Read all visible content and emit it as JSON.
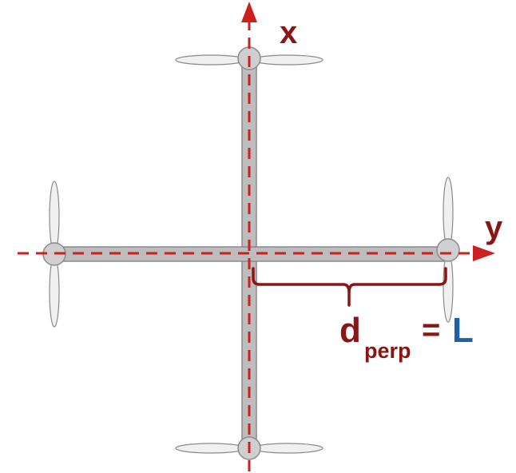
{
  "axes": {
    "x_label": "x",
    "y_label": "y"
  },
  "annotation": {
    "d_main": "d",
    "d_subscript": "perp",
    "equals": "=",
    "value": "L"
  },
  "colors": {
    "axis": "#cc1f1f",
    "label_dark_red": "#8b1414",
    "label_blue": "#1f5fa8",
    "arm_fill": "#bdbdbd",
    "arm_stroke": "#8a8a8a",
    "prop_fill": "#f0f0f0",
    "prop_stroke": "#8a8a8a",
    "hub_fill": "#cfcfcf"
  }
}
